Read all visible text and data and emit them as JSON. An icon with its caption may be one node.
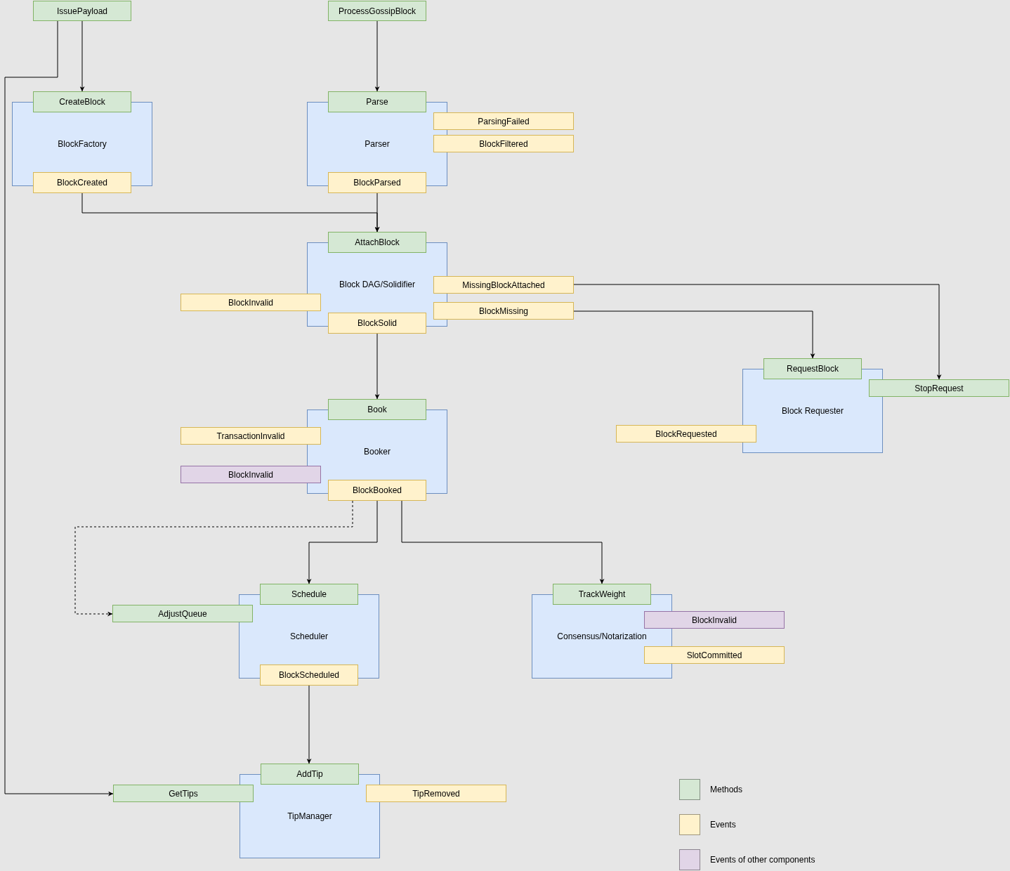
{
  "diagram": {
    "nodes": [
      {
        "text": [
          "IssuePayload"
        ]
      },
      {
        "text": [
          "ProcessGossipBlock"
        ]
      },
      {
        "text": [
          "BlockFactory"
        ]
      },
      {
        "text": [
          "CreateBlock"
        ]
      },
      {
        "text": [
          "BlockCreated"
        ]
      },
      {
        "text": [
          "Parser"
        ]
      },
      {
        "text": [
          "Parse"
        ]
      },
      {
        "text": [
          "ParsingFailed"
        ]
      },
      {
        "text": [
          "BlockFiltered"
        ]
      },
      {
        "text": [
          "BlockParsed"
        ]
      },
      {
        "text": [
          "Block DAG/Solidifier"
        ]
      },
      {
        "text": [
          "AttachBlock"
        ]
      },
      {
        "text": [
          "MissingBlockAttached"
        ]
      },
      {
        "text": [
          "BlockInvalid"
        ]
      },
      {
        "text": [
          "BlockMissing"
        ]
      },
      {
        "text": [
          "BlockSolid"
        ]
      },
      {
        "text": [
          "Block Requester"
        ]
      },
      {
        "text": [
          "RequestBlock"
        ]
      },
      {
        "text": [
          "StopRequest"
        ]
      },
      {
        "text": [
          "BlockRequested"
        ]
      },
      {
        "text": [
          "Booker"
        ]
      },
      {
        "text": [
          "Book"
        ]
      },
      {
        "text": [
          "TransactionInvalid"
        ]
      },
      {
        "text": [
          "BlockInvalid"
        ]
      },
      {
        "text": [
          "BlockBooked"
        ]
      },
      {
        "text": [
          "Scheduler"
        ]
      },
      {
        "text": [
          "Schedule"
        ]
      },
      {
        "text": [
          "AdjustQueue"
        ]
      },
      {
        "text": [
          "BlockScheduled"
        ]
      },
      {
        "text": [
          "Consensus/Notarization"
        ]
      },
      {
        "text": [
          "TrackWeight"
        ]
      },
      {
        "text": [
          "BlockInvalid"
        ]
      },
      {
        "text": [
          "SlotCommitted"
        ]
      },
      {
        "text": [
          "TipManager"
        ]
      },
      {
        "text": [
          "AddTip"
        ]
      },
      {
        "text": [
          "GetTips"
        ]
      },
      {
        "text": [
          "TipRemoved"
        ]
      }
    ],
    "edges": [
      {
        "from": 0,
        "to": 3,
        "arrow": "to"
      },
      {
        "from": 0,
        "to": 35,
        "arrow": "to"
      },
      {
        "from": 1,
        "to": 6,
        "arrow": "to"
      },
      {
        "from": 4,
        "to": 11,
        "arrow": "to"
      },
      {
        "from": 9,
        "to": 11,
        "arrow": "to"
      },
      {
        "from": 12,
        "to": 18,
        "arrow": "to"
      },
      {
        "from": 14,
        "to": 17,
        "arrow": "to"
      },
      {
        "from": 15,
        "to": 21,
        "arrow": "to"
      },
      {
        "from": 24,
        "to": 27,
        "arrow": "to",
        "style": "dashed"
      },
      {
        "from": 24,
        "to": 26,
        "arrow": "to"
      },
      {
        "from": 24,
        "to": 30,
        "arrow": "to"
      },
      {
        "from": 28,
        "to": 34,
        "arrow": "to"
      }
    ],
    "legend": [
      {
        "text": "Methods",
        "color": "#d5e8d4"
      },
      {
        "text": "Events",
        "color": "#fff2cc"
      },
      {
        "text": "Events of other components",
        "color": "#e1d5e7"
      }
    ]
  }
}
